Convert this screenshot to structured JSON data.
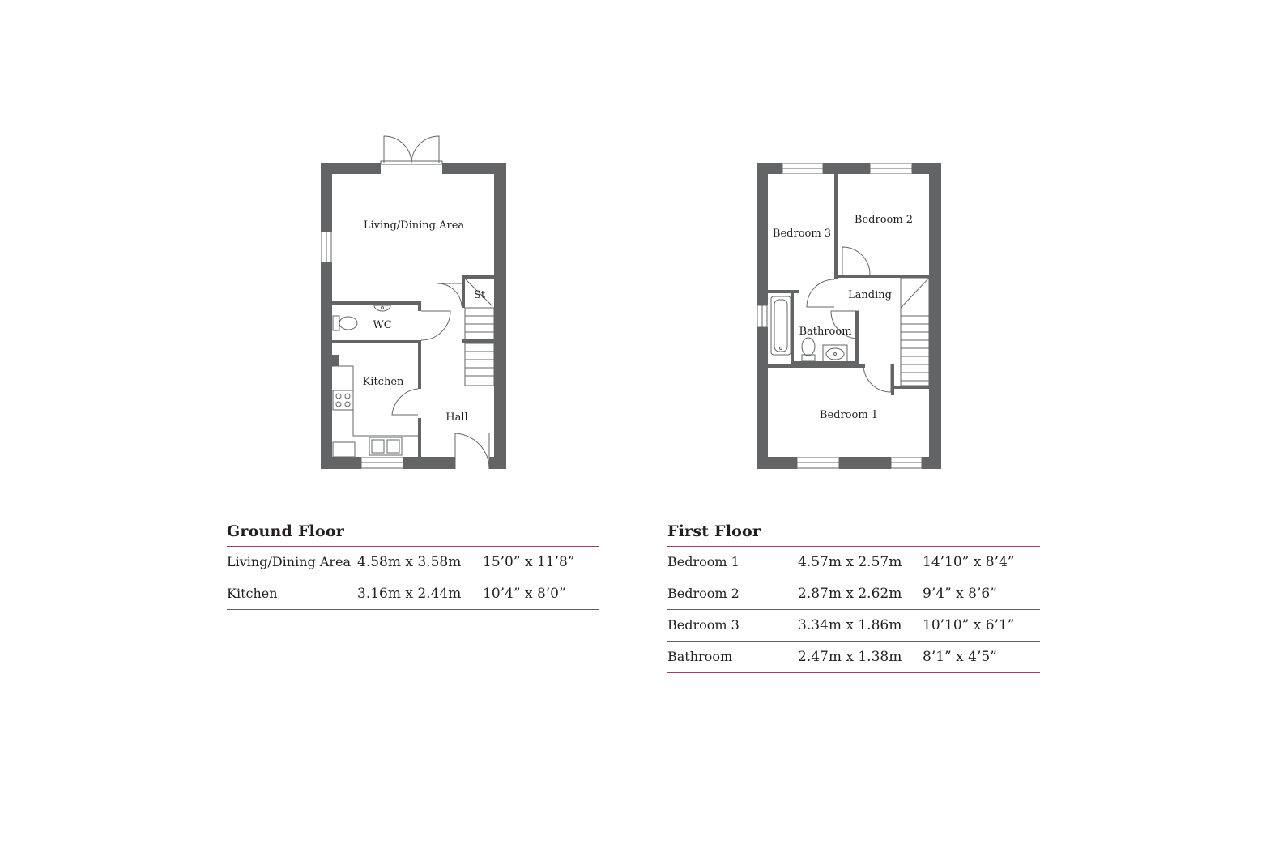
{
  "ground_floor": {
    "title": "Ground Floor",
    "room_labels": {
      "living": "Living/Dining Area",
      "store": "St",
      "wc": "WC",
      "kitchen": "Kitchen",
      "hall": "Hall"
    },
    "rooms": [
      {
        "name": "Living/Dining Area",
        "metric": "4.58m x 3.58m",
        "imperial": "15’0” x 11’8”"
      },
      {
        "name": "Kitchen",
        "metric": "3.16m x 2.44m",
        "imperial": "10’4” x 8’0”"
      }
    ]
  },
  "first_floor": {
    "title": "First Floor",
    "room_labels": {
      "bedroom3": "Bedroom 3",
      "bedroom2": "Bedroom 2",
      "landing": "Landing",
      "bathroom": "Bathroom",
      "bedroom1": "Bedroom 1"
    },
    "rooms": [
      {
        "name": "Bedroom 1",
        "metric": "4.57m x 2.57m",
        "imperial": "14’10” x 8’4”"
      },
      {
        "name": "Bedroom 2",
        "metric": "2.87m x 2.62m",
        "imperial": "9’4” x 8’6”"
      },
      {
        "name": "Bedroom 3",
        "metric": "3.34m x 1.86m",
        "imperial": "10’10” x 6’1”"
      },
      {
        "name": "Bathroom",
        "metric": "2.47m x 1.38m",
        "imperial": "8’1” x 4’5”"
      }
    ]
  },
  "colors": {
    "wall": "#636466",
    "rule": "#8a4a66",
    "text": "#231f20"
  }
}
